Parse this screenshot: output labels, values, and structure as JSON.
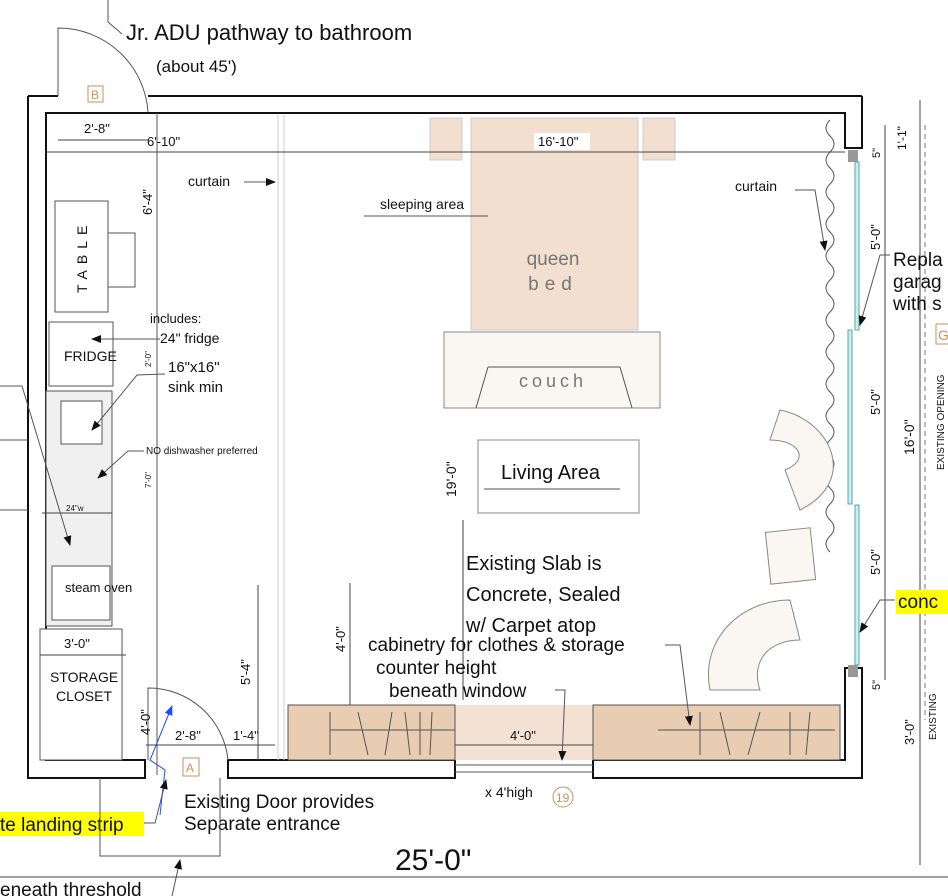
{
  "notes": {
    "pathway_line1": "Jr. ADU pathway to bathroom",
    "pathway_line2": "(about 45')",
    "curtain_left": "curtain",
    "curtain_right": "curtain",
    "sleeping_area": "sleeping area",
    "includes": "includes:",
    "fridge_size": "24\" fridge",
    "sink_size": "16\"x16\"",
    "sink_min": "sink min",
    "no_dishwasher": "NO dishwasher preferred",
    "slab_line1": "Existing Slab is",
    "slab_line2": "Concrete, Sealed",
    "slab_line3": "w/ Carpet atop",
    "cabinetry_line1": "cabinetry for clothes & storage",
    "cabinetry_line2": "counter height",
    "cabinetry_line3": "beneath window",
    "window_high": "x 4'high",
    "door_line1": "Existing Door provides",
    "door_line2": "Separate entrance",
    "landing_strip": "te landing strip",
    "beneath_threshold": "eneath threshold",
    "replace_line1": "Repla",
    "replace_line2": "garag",
    "replace_line3": "with s",
    "concrete": "conc",
    "existing_opening": "EXISTING OPENING",
    "existing": "EXISTING"
  },
  "rooms": {
    "table": "TABLE",
    "fridge": "FRIDGE",
    "steam_oven": "steam oven",
    "storage_line1": "STORAGE",
    "storage_line2": "CLOSET",
    "queen": "queen",
    "bed": "bed",
    "couch": "couch",
    "living_area": "Living Area"
  },
  "tags": {
    "door_b": "B",
    "door_a": "A",
    "window_19": "19",
    "garage_g": "G"
  },
  "dimensions": {
    "d_2_8_top": "2'-8\"",
    "d_6_10": "6'-10\"",
    "d_16_10": "16'-10\"",
    "d_6_4": "6'-4\"",
    "d_2_0": "2'-0\"",
    "d_7_0": "7'-0\"",
    "d_24w": "24\"w",
    "d_3_0_closet": "3'-0\"",
    "d_4_0_door": "4'-0\"",
    "d_2_8_door": "2'-8\"",
    "d_1_4": "1'-4\"",
    "d_5_4": "5'-4\"",
    "d_4_0_cab": "4'-0\"",
    "d_4_0_window": "4'-0\"",
    "d_19_0": "19'-0\"",
    "d_25_0": "25'-0\"",
    "d_1_1": "1'-1\"",
    "d_5_top": "5\"",
    "d_5_0_a": "5'-0\"",
    "d_5_0_b": "5'-0\"",
    "d_5_0_c": "5'-0\"",
    "d_16_0": "16'-0\"",
    "d_5_bot": "5\"",
    "d_3_0_right": "3'-0\""
  },
  "colors": {
    "highlight": "#ffff00",
    "cabinet": "#e8cdb2",
    "bed": "#f2dfd0",
    "glass": "#cdeef0",
    "tag": "#c8915e",
    "door_arrow": "#1a4bff"
  }
}
